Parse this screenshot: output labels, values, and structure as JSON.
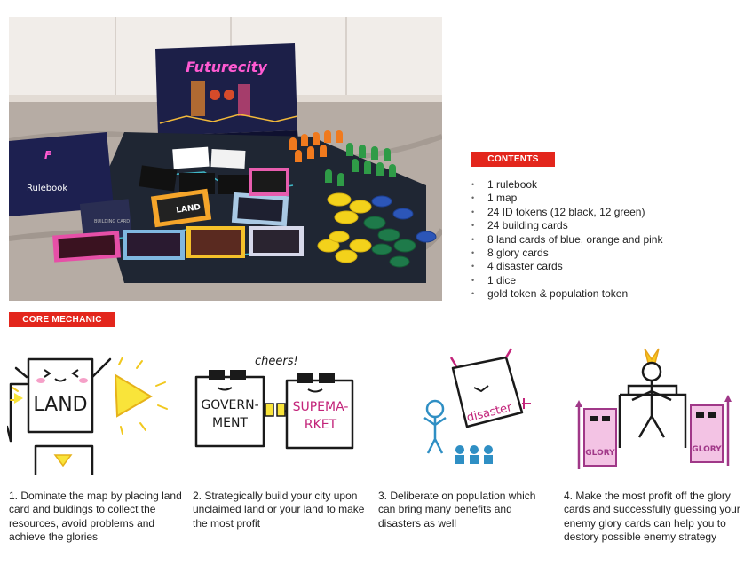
{
  "photo": {
    "box_title": "Futurecity",
    "rulebook_label": "Rulebook",
    "land_label": "LAND",
    "building_label": "BUILDING CARD"
  },
  "contents": {
    "heading": "CONTENTS",
    "items": [
      "1 rulebook",
      "1 map",
      "24 ID tokens (12 black, 12 green)",
      "24 building cards",
      "8 land cards of blue, orange and pink",
      "8 glory cards",
      "4 disaster cards",
      "1 dice",
      "gold token & population token"
    ]
  },
  "core": {
    "heading": "CORE MECHANIC",
    "steps": [
      {
        "caption": "1. Dominate the map by placing land card and buldings to collect the resources, avoid problems and achieve the glories",
        "art_text": [
          "LAND"
        ]
      },
      {
        "caption": "2. Strategically build your city upon unclaimed land or your land to make the most profit",
        "art_text": [
          "cheers!",
          "GOVERN-",
          "MENT",
          "SUPEMA-",
          "RKET"
        ]
      },
      {
        "caption": "3. Deliberate on population which can bring many benefits and disasters as well",
        "art_text": [
          "disaster"
        ]
      },
      {
        "caption": "4. Make the most profit off the glory cards and successfully guessing your enemy glory cards can help you to destory possible enemy strategy",
        "art_text": [
          "GLORY",
          "GLORY"
        ]
      }
    ]
  },
  "colors": {
    "accent_red": "#e3261c",
    "token_orange": "#f07a1e",
    "token_green": "#2f9b47",
    "token_yellow": "#f3d21b",
    "token_blue": "#2c56b8",
    "ink": "#1a1a1a"
  }
}
